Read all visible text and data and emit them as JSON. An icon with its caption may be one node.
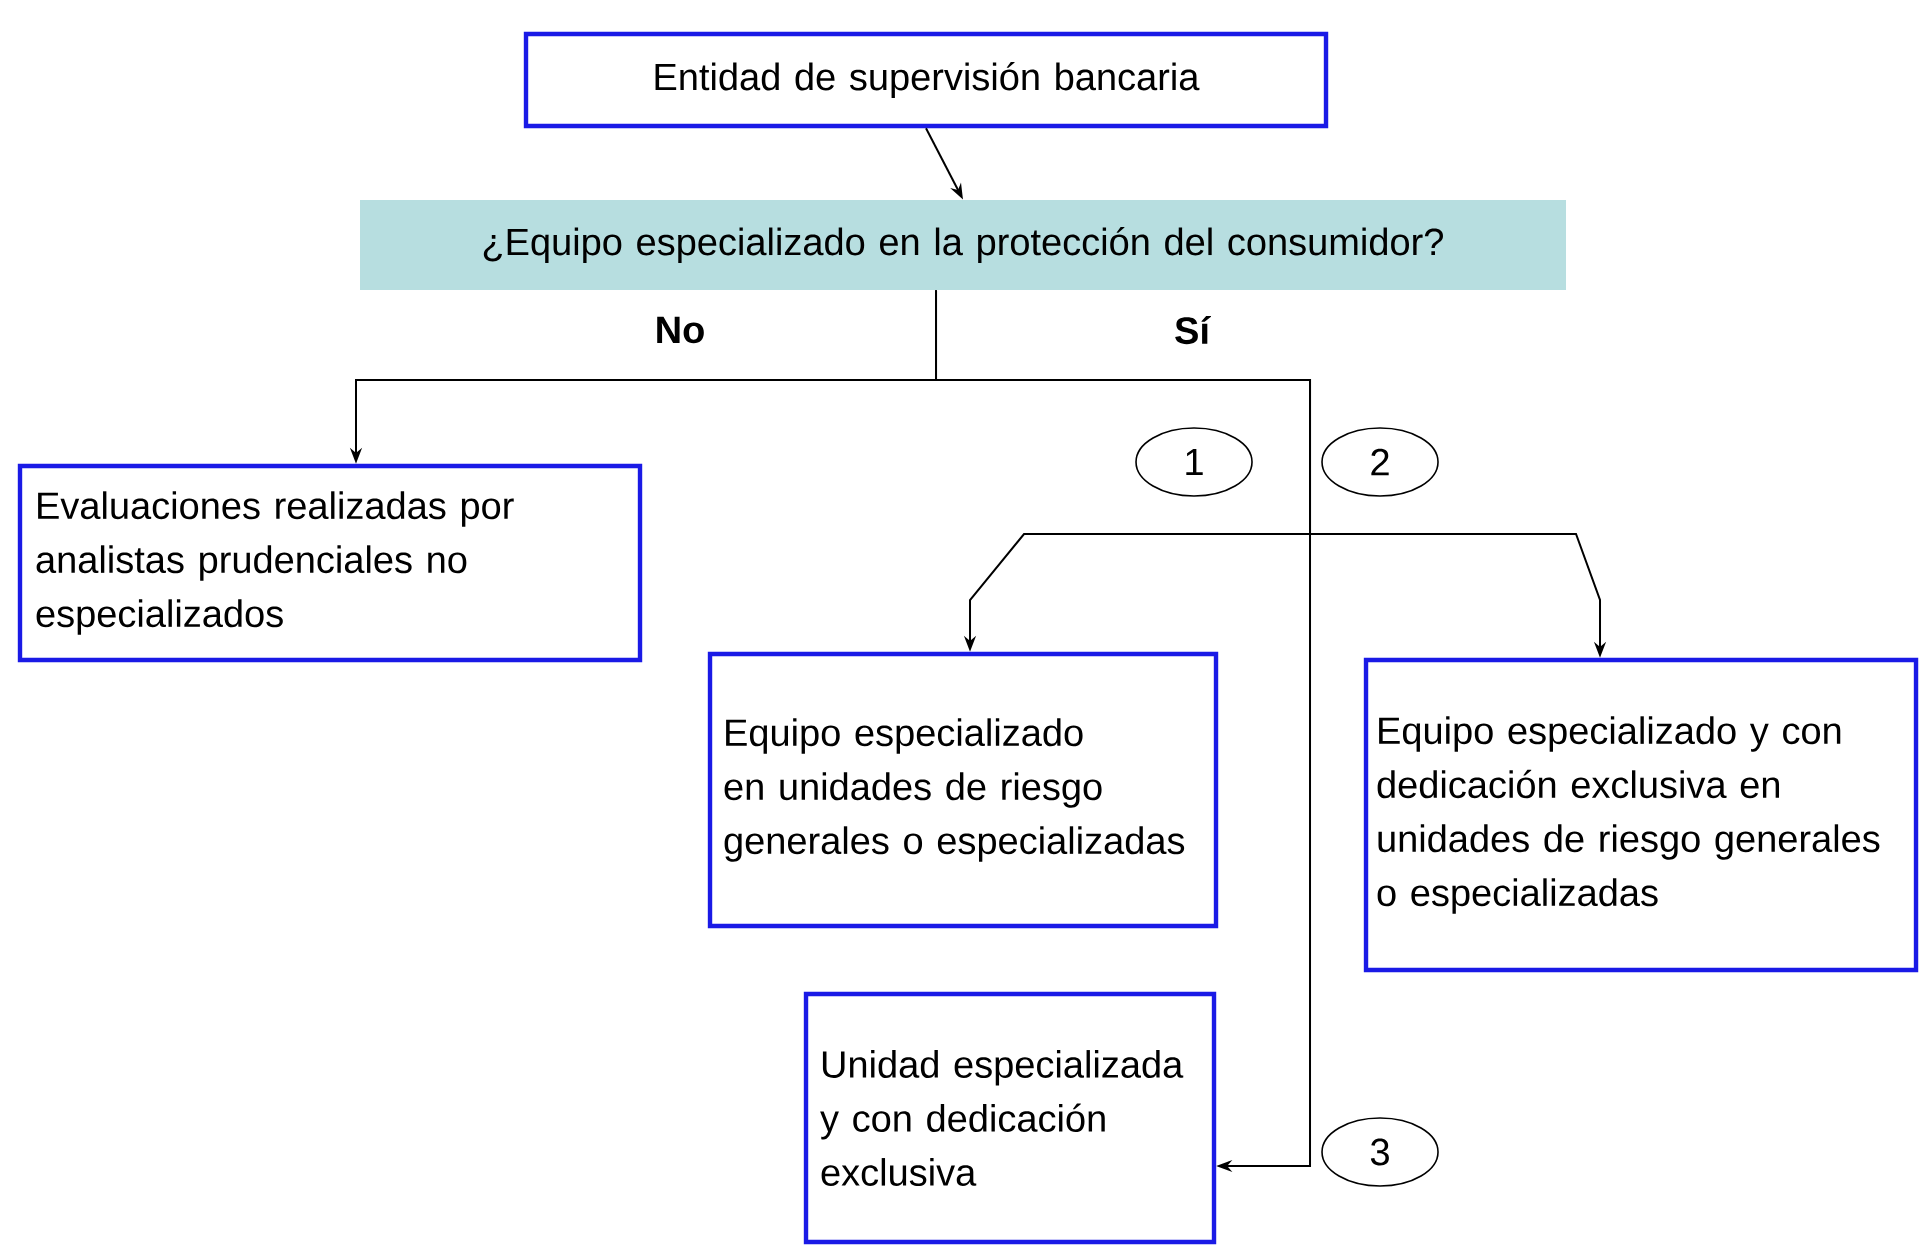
{
  "diagram": {
    "nodes": [
      {
        "text": [
          "Entidad de supervisión bancaria"
        ]
      },
      {
        "text": [
          "¿Equipo especializado en la protección del consumidor?"
        ]
      },
      {
        "text": [
          "Evaluaciones realizadas por analistas prudenciales no especializados"
        ]
      },
      {
        "text": [
          "1"
        ]
      },
      {
        "text": [
          "2"
        ]
      },
      {
        "text": [
          "Equipo especializado en unidades de riesgo generales o especializadas"
        ]
      },
      {
        "text": [
          "Equipo especializado y con dedicación exclusiva en unidades de riesgo generales o especializadas"
        ]
      },
      {
        "text": [
          "Unidad especializada y con dedicación exclusiva"
        ]
      },
      {
        "text": [
          "3"
        ]
      }
    ],
    "edges": [
      {
        "from": 0,
        "to": 1,
        "arrow": "to"
      },
      {
        "from": 1,
        "to": 2,
        "arrow": "to",
        "label": "No"
      },
      {
        "from": 1,
        "to": 7,
        "arrow": "to",
        "label": "Sí"
      },
      {
        "from": 1,
        "to": 5,
        "arrow": "to"
      },
      {
        "from": 1,
        "to": 6,
        "arrow": "to"
      }
    ]
  }
}
